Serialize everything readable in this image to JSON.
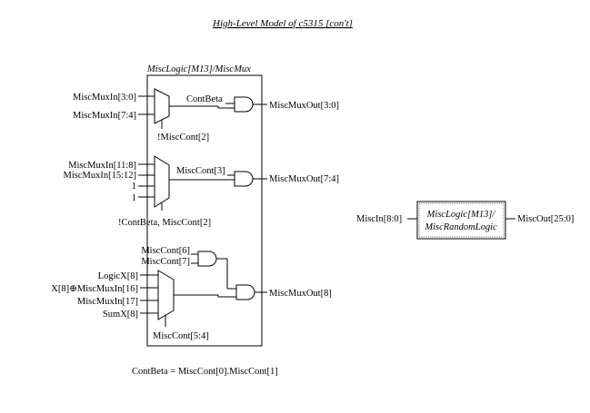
{
  "title": "High-Level Model of c5315 [con't]",
  "module_label": "MiscLogic[M13]/MiscMux",
  "mux1": {
    "inputs": [
      "MiscMuxIn[3:0]",
      "MiscMuxIn[7:4]"
    ],
    "select": "!MiscCont[2]",
    "gate_in": "ContBeta",
    "output": "MiscMuxOut[3:0]"
  },
  "mux2": {
    "inputs": [
      "MiscMuxIn[11:8]",
      "MiscMuxIn[15:12]",
      "1",
      "1"
    ],
    "select": "!ContBeta, MiscCont[2]",
    "gate_in": "MiscCont[3]",
    "output": "MiscMuxOut[7:4]"
  },
  "mux3": {
    "and_inputs": [
      "MiscCont[6]",
      "MiscCont[7]"
    ],
    "inputs": [
      "LogicX[8]",
      "X[8]⊕MiscMuxIn[16]",
      "MiscMuxIn[17]",
      "SumX[8]"
    ],
    "select": "MiscCont[5:4]",
    "output": "MiscMuxOut[8]"
  },
  "random_logic": {
    "line1": "MiscLogic[M13]/",
    "line2": "MiscRandomLogic",
    "input": "MiscIn[8:0]",
    "output": "MiscOut[25:0]"
  },
  "footnote": "ContBeta = MiscCont[0].MiscCont[1]"
}
